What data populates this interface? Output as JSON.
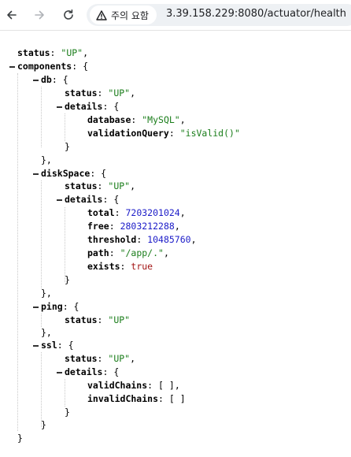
{
  "browser": {
    "security_chip_label": "주의 요함",
    "url": "3.39.158.229:8080/actuator/health"
  },
  "json_text": {
    "status_key": "status",
    "components_key": "components",
    "db_key": "db",
    "details_key": "details",
    "database_key": "database",
    "validationQuery_key": "validationQuery",
    "diskSpace_key": "diskSpace",
    "total_key": "total",
    "free_key": "free",
    "threshold_key": "threshold",
    "path_key": "path",
    "exists_key": "exists",
    "ping_key": "ping",
    "ssl_key": "ssl",
    "validChains_key": "validChains",
    "invalidChains_key": "invalidChains",
    "status_value": "\"UP\"",
    "db_database_value": "\"MySQL\"",
    "db_validationQuery_value": "\"isValid()\"",
    "disk_total_value": "7203201024",
    "disk_free_value": "2803212288",
    "disk_threshold_value": "10485760",
    "disk_path_value": "\"/app/.\"",
    "disk_exists_value": "true",
    "empty_array": "[ ]"
  },
  "colors": {
    "string": "#1a7d1a",
    "number": "#1c1cc8",
    "boolean": "#a31515"
  }
}
